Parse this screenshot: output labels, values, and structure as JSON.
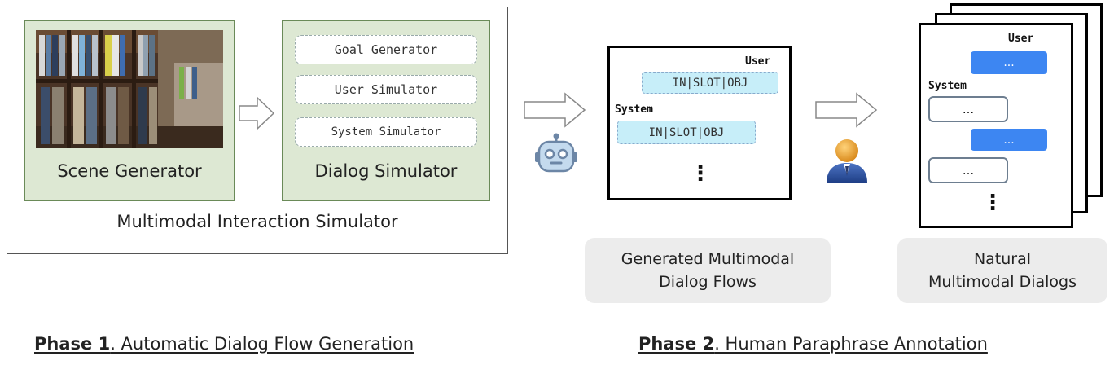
{
  "phase1": {
    "simulator_label": "Multimodal Interaction Simulator",
    "scene_generator_label": "Scene Generator",
    "dialog_simulator_label": "Dialog Simulator",
    "dialog_components": [
      "Goal Generator",
      "User Simulator",
      "System Simulator"
    ],
    "title_bold": "Phase 1",
    "title_rest": ". Automatic Dialog Flow Generation"
  },
  "flows": {
    "user_label": "User",
    "system_label": "System",
    "user_act": "IN|SLOT|OBJ",
    "system_act": "IN|SLOT|OBJ",
    "ellipsis": "⋮",
    "caption_line1": "Generated Multimodal",
    "caption_line2": "Dialog Flows"
  },
  "dialogs": {
    "user_label": "User",
    "system_label": "System",
    "bubble_text": "...",
    "ellipsis": "⋮",
    "caption_line1": "Natural",
    "caption_line2": "Multimodal Dialogs"
  },
  "phase2": {
    "title_bold": "Phase 2",
    "title_rest": ". Human Paraphrase Annotation"
  },
  "icons": [
    "robot-icon",
    "person-icon",
    "arrow-right-icon"
  ],
  "colors": {
    "green_fill": "#dde8d3",
    "slot_fill": "#c7eef9",
    "bubble_blue": "#3d86f2",
    "caption_gray": "#ececec"
  }
}
